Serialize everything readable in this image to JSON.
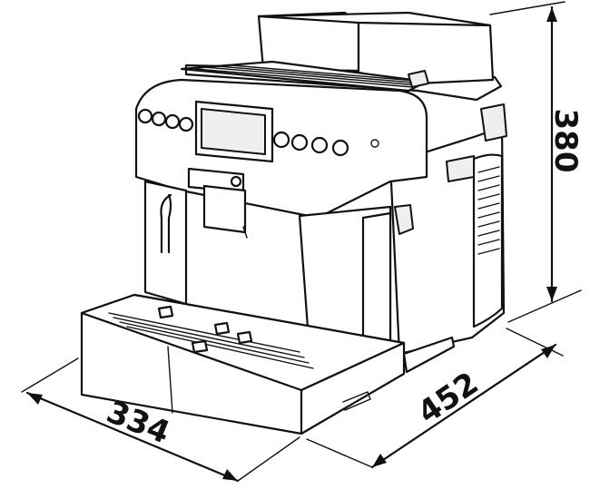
{
  "diagram": {
    "dimensions": {
      "width": "334",
      "depth": "452",
      "height": "380"
    }
  }
}
